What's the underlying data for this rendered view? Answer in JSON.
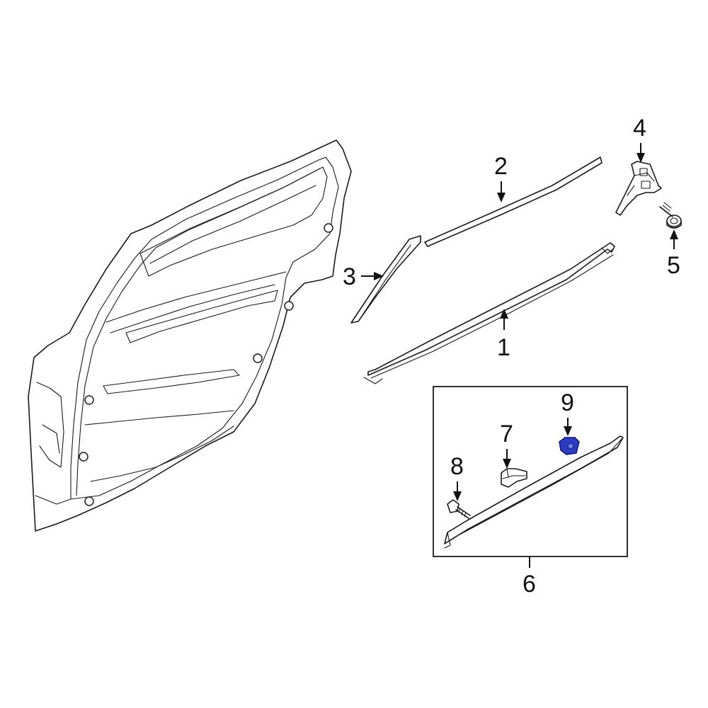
{
  "callouts": {
    "c1": "1",
    "c2": "2",
    "c3": "3",
    "c4": "4",
    "c5": "5",
    "c6": "6",
    "c7": "7",
    "c8": "8",
    "c9": "9"
  },
  "colors": {
    "line": "#1a1a1a",
    "highlight_part": "#2d3bbf",
    "background": "#ffffff"
  },
  "highlighted_callout": "9"
}
